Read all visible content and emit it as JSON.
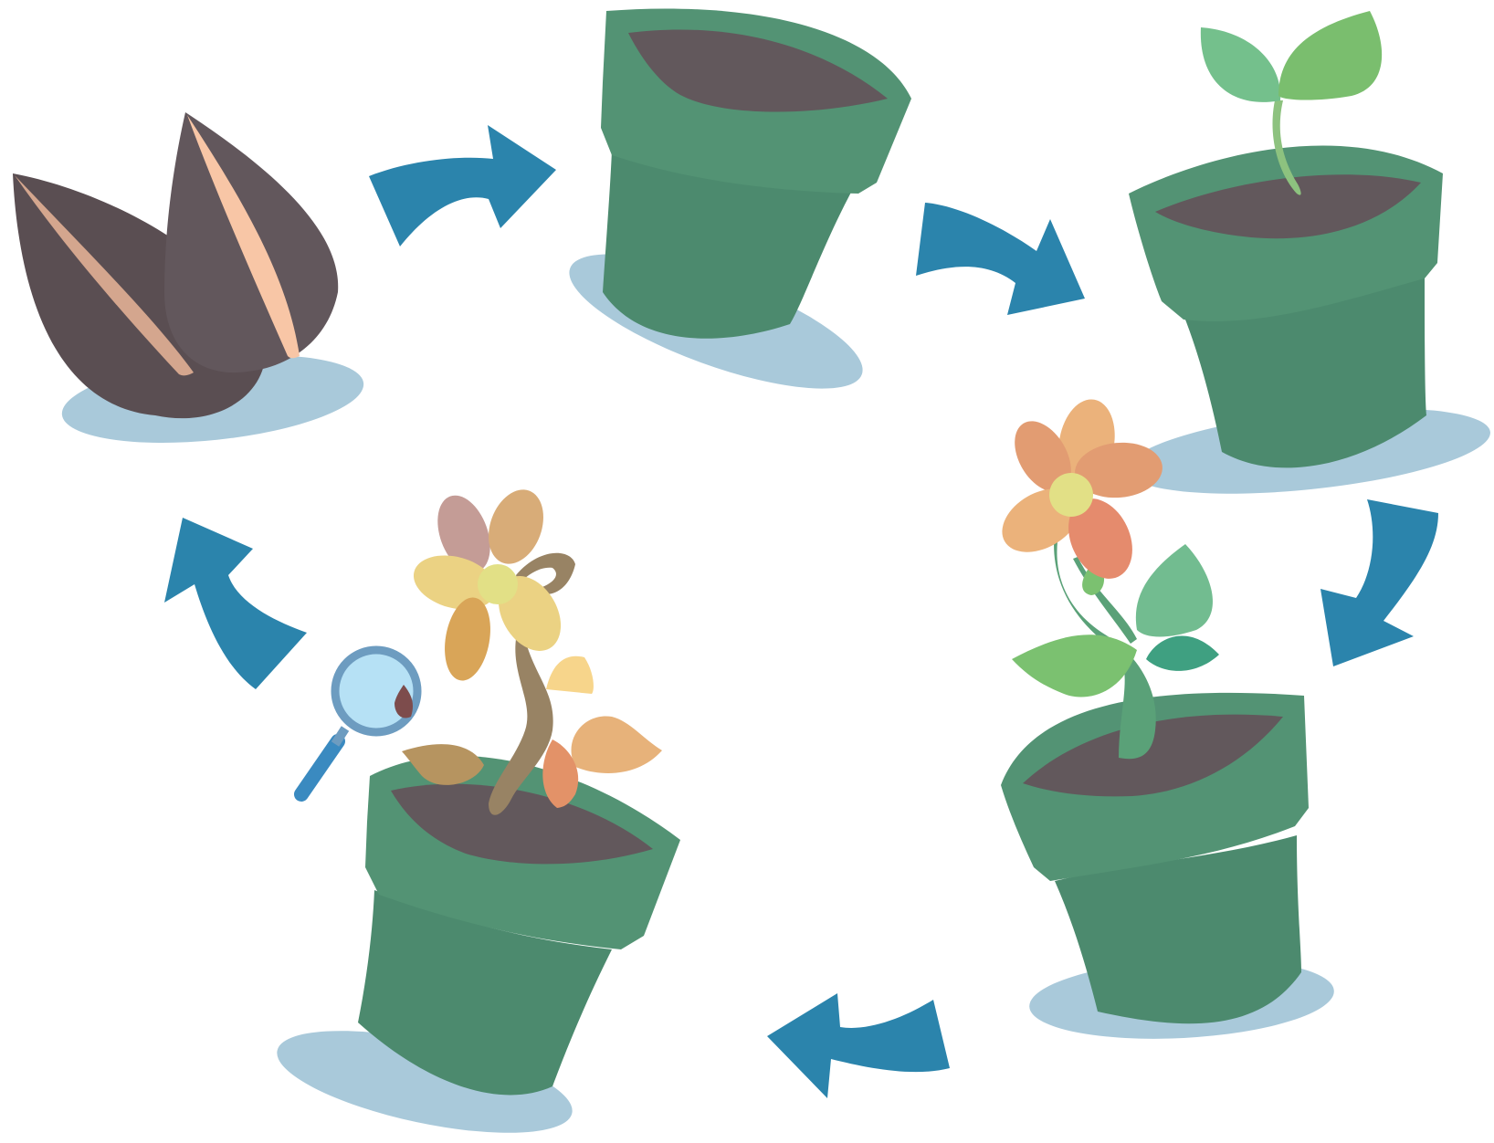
{
  "colors": {
    "shadow": "#A9C9DA",
    "pot_light": "#539374",
    "pot_dark": "#4C8A6E",
    "soil": "#62585C",
    "seed_dark": "#5A4E52",
    "seed_mid": "#62575C",
    "seed_stripe_1": "#D4A68E",
    "seed_stripe_2": "#F8C6A6",
    "arrow": "#2B84AC",
    "sprout_leaf_1": "#74C08C",
    "sprout_leaf_2": "#7ABE6E",
    "sprout_stem": "#8DC27F",
    "flower_center": "#E2E086",
    "petal_orange": "#E29C72",
    "petal_peach": "#EBB27B",
    "petal_salmon": "#E58B6D",
    "stem_green": "#5AA178",
    "leaf_light": "#7BC170",
    "leaf_mint": "#72BC90",
    "leaf_teal": "#3FA081",
    "wilt_petal_yellow": "#EBD283",
    "wilt_petal_mauve": "#C49C96",
    "wilt_petal_tan": "#D8AC78",
    "wilt_petal_ochre": "#D9A558",
    "wilt_stem": "#988364",
    "wilt_leaf_brown": "#B69460",
    "wilt_leaf_peach": "#E7B27A",
    "wilt_leaf_orange": "#E39268",
    "wilt_leaf_yellow": "#F7D58B",
    "magnifier_ring": "#6D9CC0",
    "magnifier_glass": "#B6E1F5",
    "magnifier_handle": "#3A8AC0",
    "tiny_seed": "#7D4C4C"
  },
  "stages": [
    {
      "id": "seeds",
      "icon": "sunflower-seeds-icon"
    },
    {
      "id": "planted",
      "icon": "pot-with-soil-icon"
    },
    {
      "id": "sprout",
      "icon": "pot-with-sprout-icon"
    },
    {
      "id": "bloom",
      "icon": "pot-with-flower-icon"
    },
    {
      "id": "wilted",
      "icon": "pot-with-wilted-flower-icon"
    }
  ],
  "arrows": [
    {
      "from": "seeds",
      "to": "planted",
      "icon": "curved-arrow-icon"
    },
    {
      "from": "planted",
      "to": "sprout",
      "icon": "curved-arrow-icon"
    },
    {
      "from": "sprout",
      "to": "bloom",
      "icon": "curved-arrow-icon"
    },
    {
      "from": "bloom",
      "to": "wilted",
      "icon": "curved-arrow-icon"
    },
    {
      "from": "wilted",
      "to": "seeds",
      "icon": "curved-arrow-icon"
    }
  ]
}
